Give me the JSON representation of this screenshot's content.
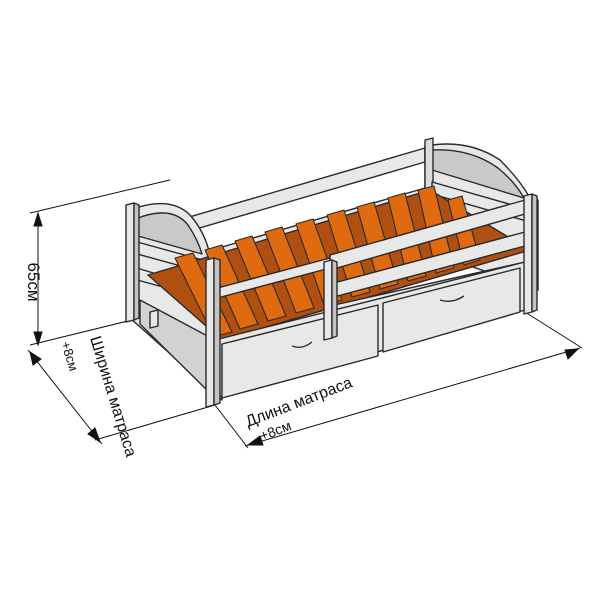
{
  "dimensions": {
    "height": {
      "label": "65см"
    },
    "width": {
      "label": "Ширина матраса",
      "sublabel": "+8см"
    },
    "length": {
      "label": "Длина матраса",
      "sublabel": "+8см"
    }
  },
  "colors": {
    "frame": "#e8e8e8",
    "frame_dark": "#c4c4c4",
    "outline": "#2a2a2a",
    "slat": "#e06a10",
    "slat_shadow": "#a84a08"
  }
}
